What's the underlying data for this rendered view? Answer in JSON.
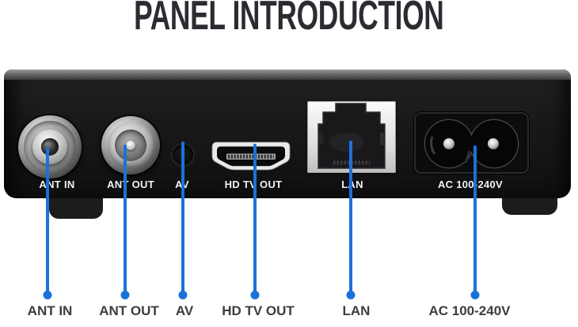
{
  "title": "PANEL INTRODUCTION",
  "device": {
    "ports": [
      {
        "key": "ant_in",
        "panel_label": "ANT IN",
        "callout_label": "ANT IN",
        "type": "rf-antenna-in"
      },
      {
        "key": "ant_out",
        "panel_label": "ANT OUT",
        "callout_label": "ANT OUT",
        "type": "rf-antenna-out"
      },
      {
        "key": "av",
        "panel_label": "AV",
        "callout_label": "AV",
        "type": "av-minijack"
      },
      {
        "key": "hd_tv_out",
        "panel_label": "HD TV OUT",
        "callout_label": "HD TV OUT",
        "type": "hdmi"
      },
      {
        "key": "lan",
        "panel_label": "LAN",
        "callout_label": "LAN",
        "type": "rj45-ethernet"
      },
      {
        "key": "ac",
        "panel_label": "AC 100-240V",
        "callout_label": "AC 100-240V",
        "type": "c8-power-inlet"
      }
    ]
  },
  "colors": {
    "callout_blue": "#1a72d8",
    "device_black": "#161618",
    "title": "#2b2b31",
    "callout_label": "#3c3c42",
    "panel_label": "#f2f2f2",
    "background": "#ffffff"
  }
}
